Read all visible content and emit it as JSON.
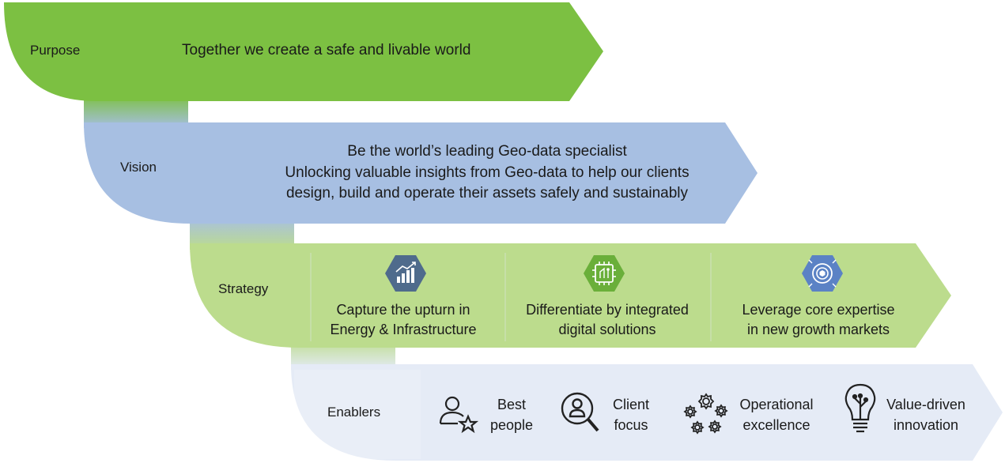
{
  "colors": {
    "purpose": "#7cc042",
    "vision": "#a7bfe2",
    "strategy": "#bcdc8d",
    "enablers": "#e5ebf6",
    "icon_hex": "#4f6b8c",
    "icon_hex_green": "#6aaf3a",
    "icon_hex_blue": "#5b82c5"
  },
  "purpose": {
    "label": "Purpose",
    "statement": "Together we create a safe and livable world"
  },
  "vision": {
    "label": "Vision",
    "title": "Be the world’s leading Geo-data specialist",
    "line1": "Unlocking valuable insights from Geo-data to help our clients",
    "line2": "design, build and operate their assets safely and sustainably"
  },
  "strategy": {
    "label": "Strategy",
    "items": [
      {
        "icon": "growth-chart-icon",
        "line1": "Capture the upturn in",
        "line2": "Energy & Infrastructure"
      },
      {
        "icon": "circuit-icon",
        "line1": "Differentiate by integrated",
        "line2": "digital solutions"
      },
      {
        "icon": "target-expertise-icon",
        "line1": "Leverage core expertise",
        "line2": "in new growth markets"
      }
    ]
  },
  "enablers": {
    "label": "Enablers",
    "items": [
      {
        "icon": "person-star-icon",
        "line1": "Best",
        "line2": "people"
      },
      {
        "icon": "magnifier-person-icon",
        "line1": "Client",
        "line2": "focus"
      },
      {
        "icon": "gears-icon",
        "line1": "Operational",
        "line2": "excellence"
      },
      {
        "icon": "lightbulb-icon",
        "line1": "Value-driven",
        "line2": "innovation"
      }
    ]
  }
}
